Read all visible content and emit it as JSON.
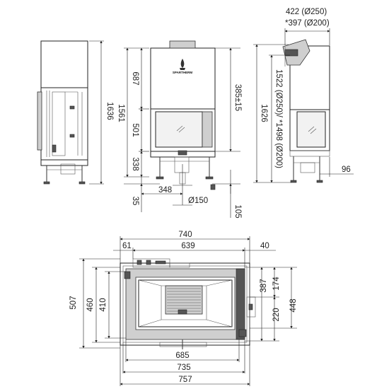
{
  "front_view": {
    "brand_text": "SPARTHERM",
    "dimensions": {
      "total_height": "1561",
      "upper_section": "687",
      "door_opening": "501",
      "base_height": "338",
      "foot_clearance": "35",
      "door_to_axis": "385±15",
      "outlet_diameter": "Ø150",
      "outlet_offset": "348",
      "outlet_height": "105"
    }
  },
  "left_side_view": {
    "dimensions": {
      "total_height": "1636"
    }
  },
  "right_side_view": {
    "dimensions": {
      "flue_diameter_1": "422 (Ø250)",
      "flue_diameter_2": "*397 (Ø200)",
      "total_height": "1626",
      "flue_height": "1522 (Ø250)/ *1498 (Ø200)",
      "depth": "96"
    }
  },
  "plan_view": {
    "dimensions": {
      "total_width": "740",
      "inner_width": "639",
      "left_offset": "61",
      "right_offset": "40",
      "total_depth": "507",
      "depth_460": "460",
      "depth_410": "410",
      "depth_387": "387",
      "depth_174": "174",
      "depth_448": "448",
      "depth_220": "220",
      "width_685": "685",
      "width_735": "735",
      "width_757": "757"
    }
  }
}
